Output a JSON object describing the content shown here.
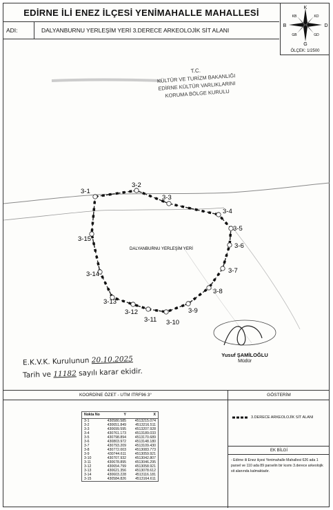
{
  "header": {
    "title": "EDİRNE İLİ ENEZ İLÇESİ YENİMAHALLE MAHALLESİ",
    "name_label": "ADI:",
    "name_value": "DALYANBURNU YERLEŞİM YERİ 3.DERECE ARKEOLOJİK SİT ALANI"
  },
  "compass": {
    "n": "K",
    "s": "G",
    "e": "D",
    "w": "B",
    "ne": "KD",
    "nw": "KB",
    "se": "GD",
    "sw": "GB",
    "scale": "ÖLÇEK: 1/2500"
  },
  "stamp": {
    "line1": "T.C.",
    "line2": "KÜLTÜR VE TURİZM BAKANLIĞI",
    "line3": "EDİRNE KÜLTÜR VARLIKLARINI",
    "line4": "KORUMA BÖLGE KURULU"
  },
  "map": {
    "area_label": "DALYANBURNU YERLEŞİM YERİ",
    "points": [
      "3-1",
      "3-2",
      "3-3",
      "3-4",
      "3-5",
      "3-6",
      "3-7",
      "3-8",
      "3-9",
      "3-10",
      "3-11",
      "3-12",
      "3-13",
      "3-14",
      "3-15"
    ]
  },
  "decision": {
    "line1_prefix": "E.K.V.K. Kurulunun",
    "date": "20.10.2025",
    "line2_prefix": "Tarih ve",
    "number": "11182",
    "line2_suffix": "sayılı karar ekidir."
  },
  "signature": {
    "name": "Yusuf ŞAMİLOĞLU",
    "role": "Müdür"
  },
  "coordinates": {
    "title": "KOORDİNE ÖZET - UTM ITRF96 3°",
    "headers": [
      "Nokta No",
      "Y",
      "X"
    ],
    "rows": [
      [
        "3-1",
        "430580.585",
        "4513215.074"
      ],
      [
        "3-2",
        "430651.849",
        "4513216.511"
      ],
      [
        "3-3",
        "430699.595",
        "4513207.928"
      ],
      [
        "3-4",
        "430761.173",
        "4513189.033"
      ],
      [
        "3-5",
        "430798.894",
        "4513170.689"
      ],
      [
        "3-6",
        "430803.972",
        "4513148.180"
      ],
      [
        "3-7",
        "430793.209",
        "4513109.430"
      ],
      [
        "3-8",
        "430772.003",
        "4513083.773"
      ],
      [
        "3-9",
        "430744.611",
        "4513059.921"
      ],
      [
        "3-10",
        "430707.932",
        "4513042.807"
      ],
      [
        "3-11",
        "430678.895",
        "4513046.295"
      ],
      [
        "3-12",
        "430654.799",
        "4513058.921"
      ],
      [
        "3-13",
        "430621.356",
        "4513078.612"
      ],
      [
        "3-14",
        "430603.228",
        "4513116.181"
      ],
      [
        "3-15",
        "430584.826",
        "4513164.611"
      ]
    ]
  },
  "legend": {
    "title": "GÖSTERİM",
    "item": "3.DERECE ARKEOLOJİK SİT ALANI"
  },
  "ekbilgi": {
    "title": "EK BİLGİ",
    "text": "- Edirne ili Enez ilçesi Yenimahalle Mahallesi 626 ada 1 parsel ve 110 ada 89 parselin bir kısmı 3.derece arkeolojik sit alanında kalmaktadır."
  },
  "colors": {
    "boundary": "#222222",
    "road": "#888888"
  }
}
